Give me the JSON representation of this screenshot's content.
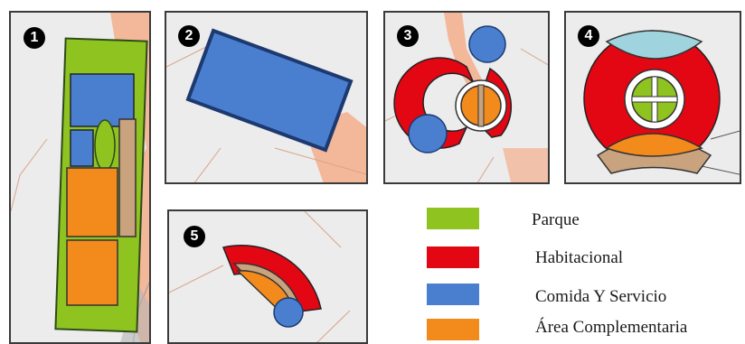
{
  "panels": [
    {
      "number": "1"
    },
    {
      "number": "2"
    },
    {
      "number": "3"
    },
    {
      "number": "4"
    },
    {
      "number": "5"
    }
  ],
  "legend": [
    {
      "label": "Parque",
      "color": "#8fc31f"
    },
    {
      "label": "Habitacional",
      "color": "#e30613"
    },
    {
      "label": "Comida Y Servicio",
      "color": "#4a7fd0"
    },
    {
      "label": "Área Complementaria",
      "color": "#f28a1c"
    }
  ],
  "colors": {
    "parque": "#8fc31f",
    "habitacional": "#e30613",
    "comida_servicio": "#4a7fd0",
    "area_complementaria": "#f28a1c",
    "tan": "#c9a27e",
    "light_blue": "#9fd3de",
    "map_background": "#ececec",
    "map_road": "#f3b79a"
  }
}
